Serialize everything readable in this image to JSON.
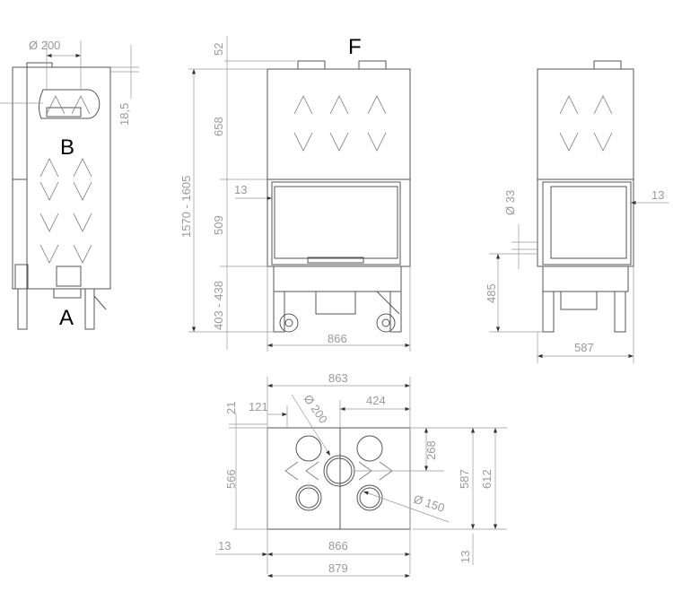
{
  "drawing": {
    "labels": {
      "A": "A",
      "B": "B",
      "F": "F"
    },
    "side_view_left": {
      "flue_diameter": "Ø 200",
      "top_offset": "18,5"
    },
    "front_view": {
      "top_collar": "52",
      "upper_height": "658",
      "door_height": "509",
      "base_height": "403 - 438",
      "total_height": "1570 - 1605",
      "frame_offset": "13",
      "width": "866"
    },
    "side_view_right": {
      "pin_height": "Ø 33",
      "frame_offset": "13",
      "door_bottom_height": "485",
      "depth": "587"
    },
    "top_view": {
      "width_top": "863",
      "flue_offset": "424",
      "left_offset": "121",
      "top_margin": "21",
      "flue_diameter": "Ø 200",
      "flue_depth": "268",
      "depth_inner": "566",
      "depth": "587",
      "depth_total": "612",
      "air_diameter": "Ø 150",
      "left_frame": "13",
      "width": "866",
      "bottom_frame": "13",
      "width_total": "879"
    }
  }
}
